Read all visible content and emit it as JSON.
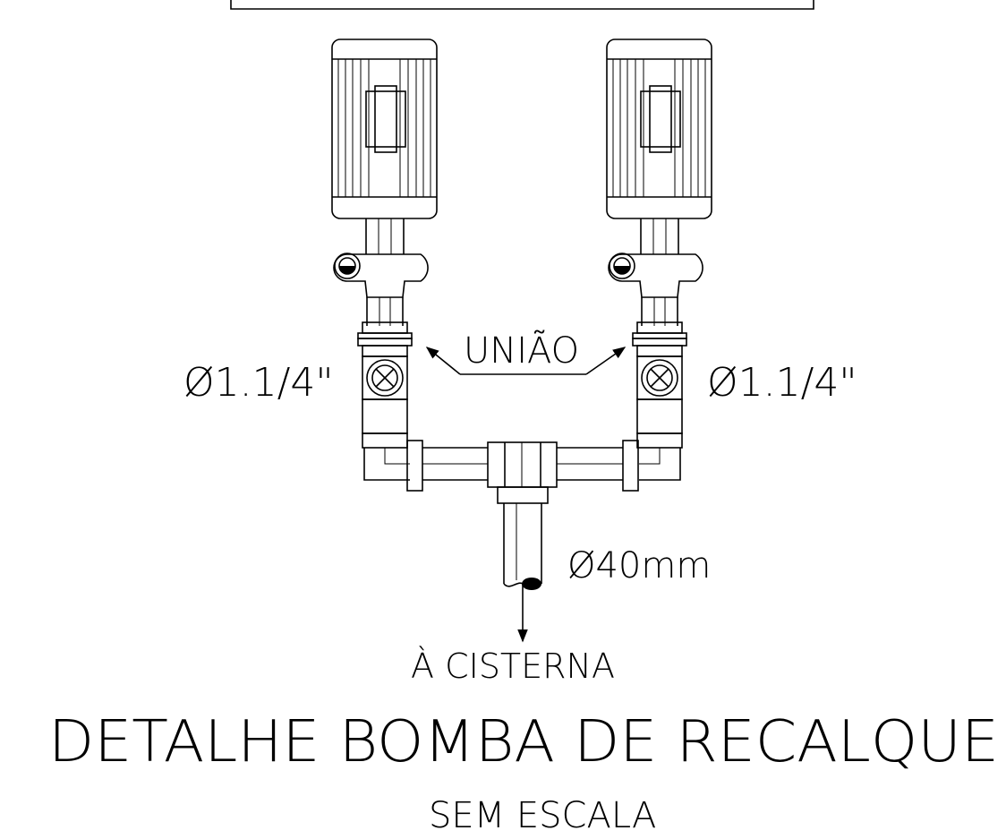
{
  "diagram": {
    "title": "DETALHE BOMBA DE RECALQUE",
    "subtitle": "SEM ESCALA",
    "labels": {
      "union": "UNIÃO",
      "left_diameter": "Ø1.1/4\"",
      "right_diameter": "Ø1.1/4\"",
      "suction_diameter": "Ø40mm",
      "destination": "À CISTERNA"
    }
  }
}
